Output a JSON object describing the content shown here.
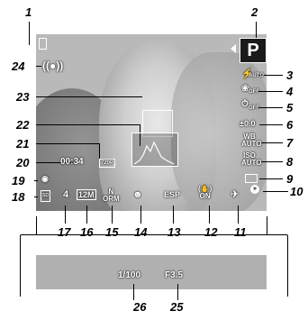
{
  "callouts": [
    "1",
    "2",
    "3",
    "4",
    "5",
    "6",
    "7",
    "8",
    "9",
    "10",
    "11",
    "12",
    "13",
    "14",
    "15",
    "16",
    "17",
    "18",
    "19",
    "20",
    "21",
    "22",
    "23",
    "24",
    "25",
    "26"
  ],
  "screen": {
    "shooting_mode": "P",
    "flash": "AUTO",
    "macro": "OFF",
    "self_timer": "OFF",
    "exposure_comp": "±0.0",
    "white_balance_top": "WB",
    "white_balance_bottom": "AUTO",
    "iso_top": "ISO",
    "iso_bottom": "AUTO",
    "metering": "ESP",
    "image_stabilizer": "ON",
    "face_detect_top": "N",
    "face_detect_bottom": "ORM",
    "image_size": "12M",
    "storage_count": "4",
    "record_time": "00:34",
    "movie_size": "720P",
    "shutter_speed": "1/100",
    "aperture": "F3.5"
  },
  "colors": {
    "background": "#ffffff",
    "screen": "#b9b9b9",
    "icons": "#ffffff",
    "labels": "#000000"
  }
}
